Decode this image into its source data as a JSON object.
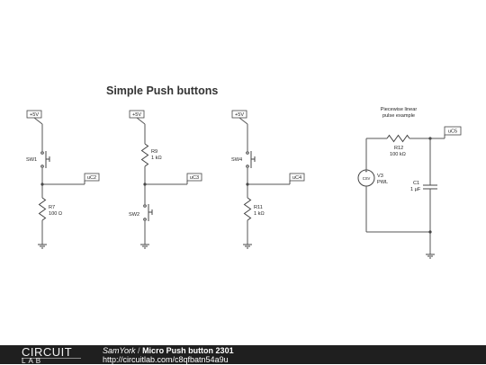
{
  "diagram": {
    "title": "Simple Push buttons",
    "note_line1": "Piecewise linear",
    "note_line2": "pulse example",
    "circuit1": {
      "supply": "+5V",
      "switch": "SW1",
      "resistor_name": "R7",
      "resistor_value": "100 Ω",
      "output": "uC2"
    },
    "circuit2": {
      "supply": "+5V",
      "resistor_name": "R9",
      "resistor_value": "1 kΩ",
      "switch": "SW2",
      "output": "uC3"
    },
    "circuit3": {
      "supply": "+5V",
      "switch": "SW4",
      "resistor_name": "R11",
      "resistor_value": "1 kΩ",
      "output": "uC4"
    },
    "circuit4": {
      "resistor_name": "R12",
      "resistor_value": "100 kΩ",
      "output": "uC5",
      "source_symbol": "CSV",
      "source_name": "V3",
      "source_type": "PWL",
      "capacitor_name": "C1",
      "capacitor_value": "1 µF"
    }
  },
  "footer": {
    "logo_top": "CIRCUIT",
    "logo_bottom": "LAB",
    "author": "SamYork",
    "separator": "/",
    "title": "Micro Push button 2301",
    "url": "http://circuitlab.com/c8qfbatn54a9u"
  }
}
